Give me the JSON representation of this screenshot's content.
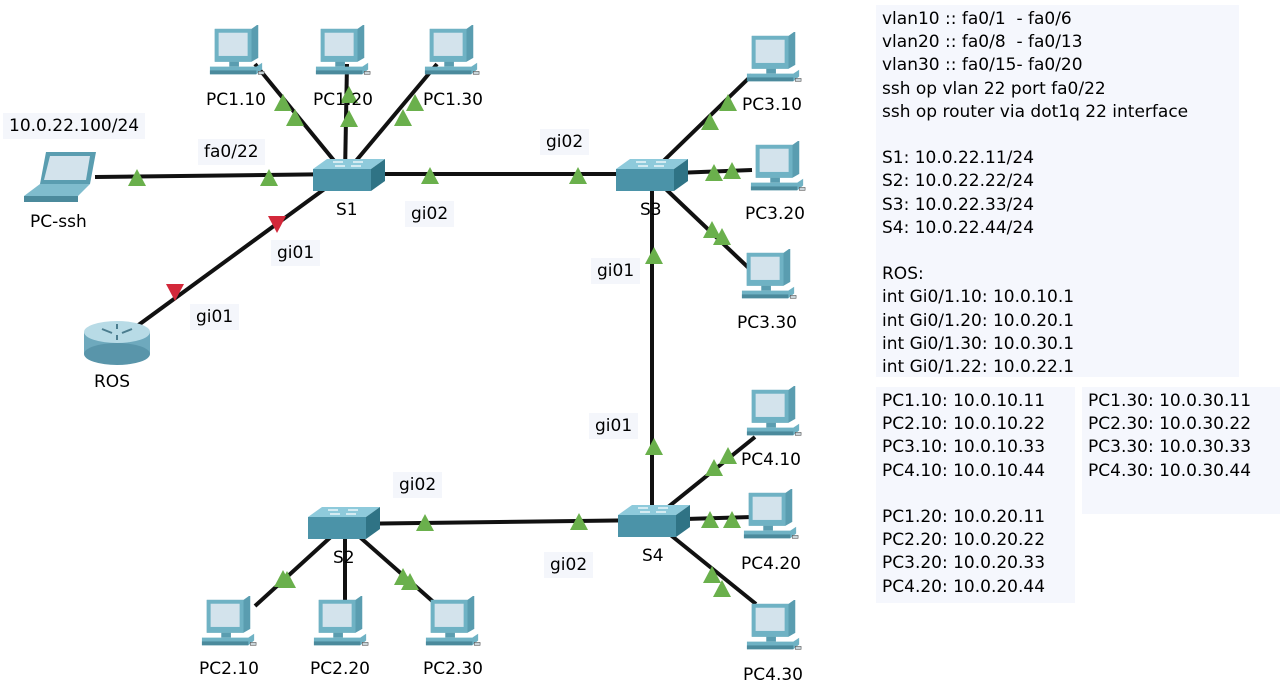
{
  "colors": {
    "link": "#111111",
    "port_up": "#6ab04c",
    "port_down": "#d3283a",
    "switch": "#4b93a8",
    "note_bg": "#f5f7fd"
  },
  "nodes": {
    "S1": "S1",
    "S2": "S2",
    "S3": "S3",
    "S4": "S4",
    "PC1_10": "PC1.10",
    "PC1_20": "PC1.20",
    "PC1_30": "PC1.30",
    "PC2_10": "PC2.10",
    "PC2_20": "PC2.20",
    "PC2_30": "PC2.30",
    "PC3_10": "PC3.10",
    "PC3_20": "PC3.20",
    "PC3_30": "PC3.30",
    "PC4_10": "PC4.10",
    "PC4_20": "PC4.20",
    "PC4_30": "PC4.30",
    "PC_ssh": "PC-ssh",
    "ROS": "ROS"
  },
  "ports": {
    "pcssh_ip": "10.0.22.100/24",
    "s1_fa022": "fa0/22",
    "s1_gi02": "gi02",
    "s3_gi02": "gi02",
    "s1_gi01": "gi01",
    "ros_gi01": "gi01",
    "s3_gi01": "gi01",
    "s4_gi01": "gi01",
    "s2_gi02": "gi02",
    "s4_gi02": "gi02"
  },
  "notes": {
    "vlans": "vlan10 :: fa0/1  - fa0/6\nvlan20 :: fa0/8  - fa0/13\nvlan30 :: fa0/15- fa0/20\nssh op vlan 22 port fa0/22\nssh op router via dot1q 22 interface\n\nS1: 10.0.22.11/24\nS2: 10.0.22.22/24\nS3: 10.0.22.33/24\nS4: 10.0.22.44/24\n\nROS:\nint Gi0/1.10: 10.0.10.1\nint Gi0/1.20: 10.0.20.1\nint Gi0/1.30: 10.0.30.1\nint Gi0/1.22: 10.0.22.1",
    "pcs_left": "PC1.10: 10.0.10.11\nPC2.10: 10.0.10.22\nPC3.10: 10.0.10.33\nPC4.10: 10.0.10.44\n\nPC1.20: 10.0.20.11\nPC2.20: 10.0.20.22\nPC3.20: 10.0.20.33\nPC4.20: 10.0.20.44",
    "pcs_right": "PC1.30: 10.0.30.11\nPC2.30: 10.0.30.22\nPC3.30: 10.0.30.33\nPC4.30: 10.0.30.44"
  }
}
